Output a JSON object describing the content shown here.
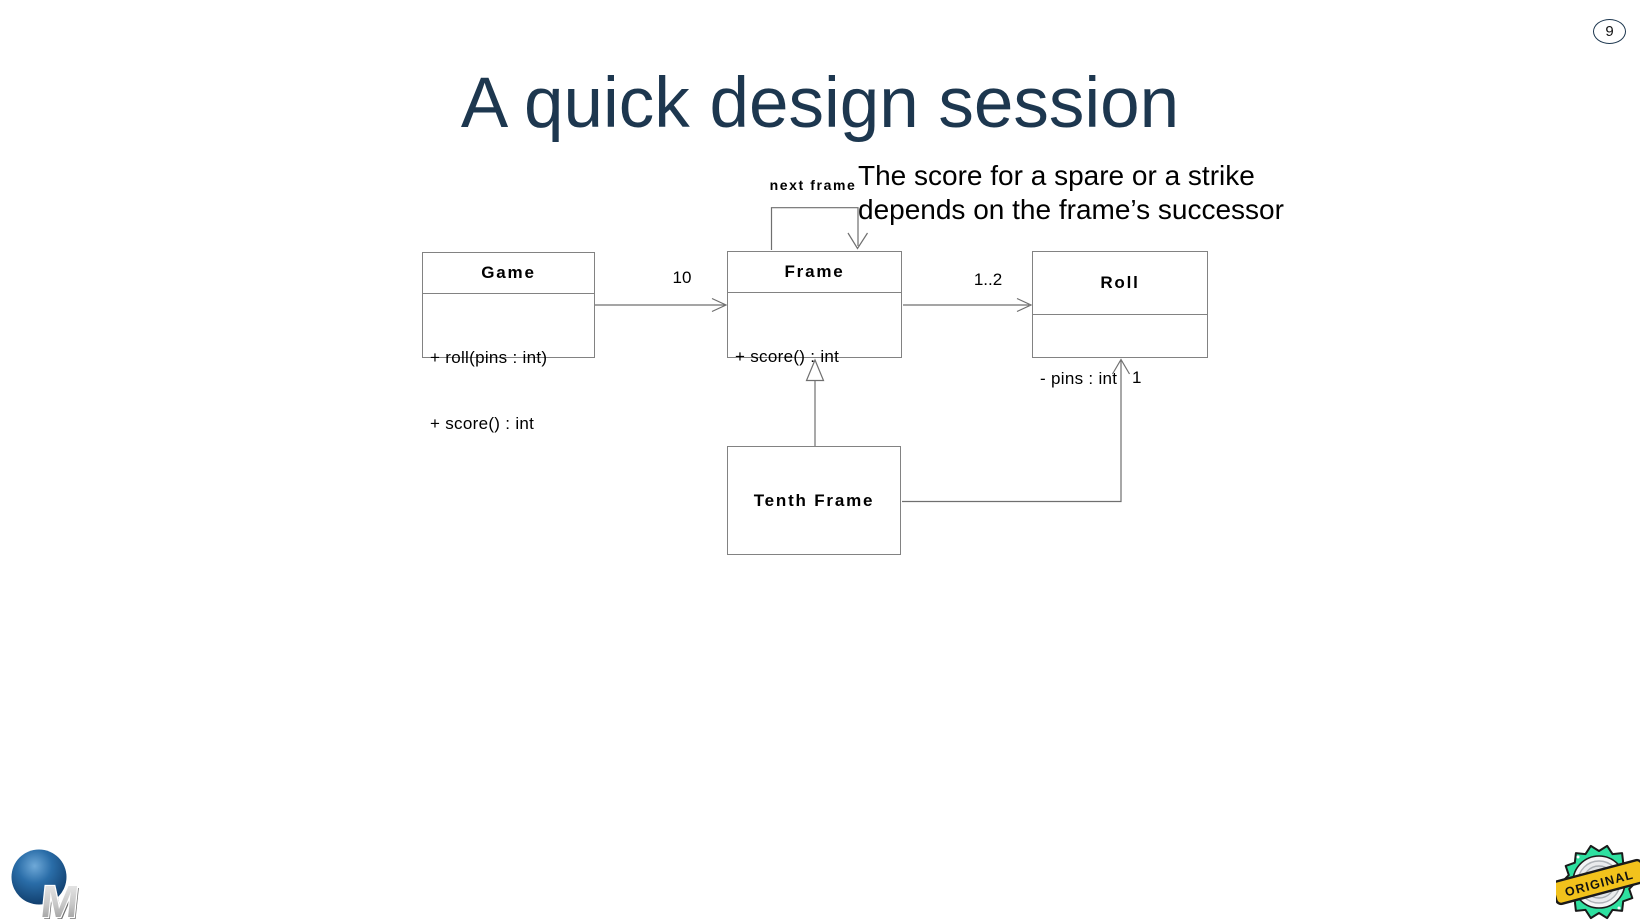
{
  "slide": {
    "page_number": "9",
    "title": "A quick design session",
    "annotation_line1": "The score for a spare or a strike",
    "annotation_line2": "depends on the frame’s successor"
  },
  "diagram": {
    "classes": [
      {
        "name": "Game",
        "members": [
          "+ roll(pins : int)",
          "+ score() : int"
        ]
      },
      {
        "name": "Frame",
        "members": [
          "+ score() : int"
        ]
      },
      {
        "name": "Roll",
        "members": [
          "- pins : int"
        ]
      },
      {
        "name": "Tenth Frame",
        "members": []
      }
    ],
    "labels": {
      "self_association": "next frame",
      "game_frame_multiplicity": "10",
      "frame_roll_multiplicity": "1..2",
      "tenth_roll_multiplicity": "1"
    }
  },
  "footer": {
    "logo_letter": "M",
    "badge_label": "ORIGINAL"
  },
  "colors": {
    "title_navy": "#1d374f",
    "connector_gray": "#6f6f6f",
    "box_border_gray": "#828282",
    "badge_green": "#2ee0a0",
    "badge_yellow": "#f2c21c",
    "logo_blue": "#2a6da8"
  }
}
